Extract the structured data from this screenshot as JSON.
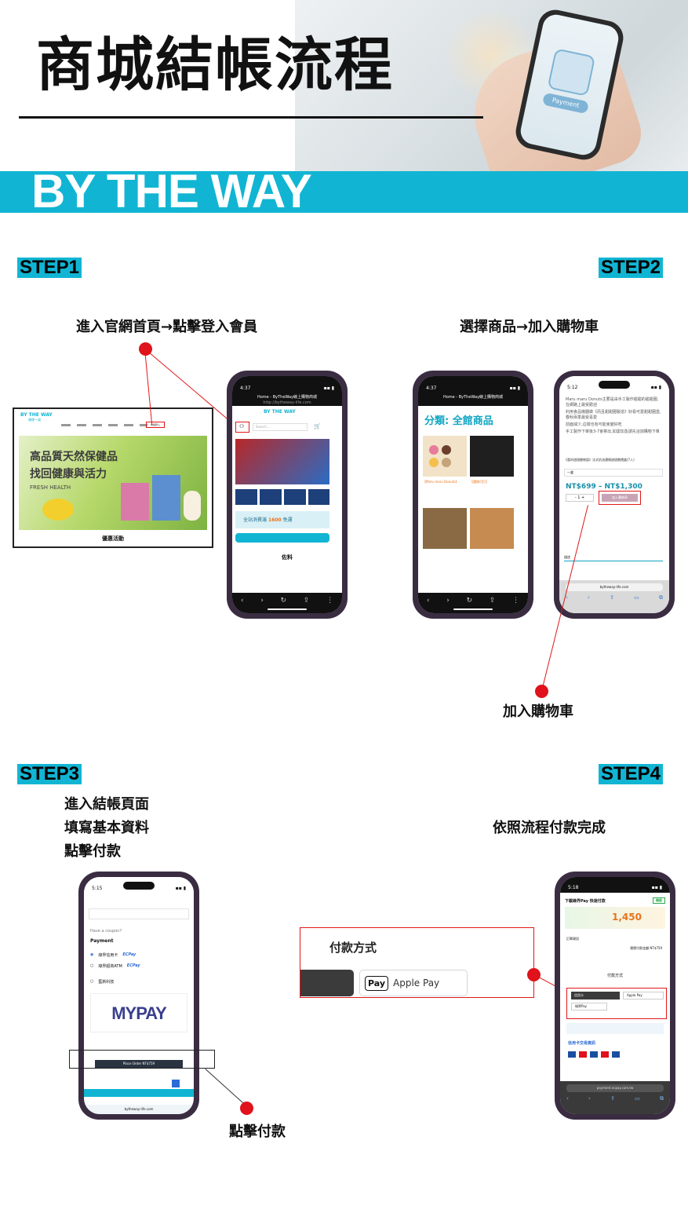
{
  "header": {
    "title": "商城結帳流程",
    "brand": "BY THE WAY",
    "hero_phone_label": "Payment"
  },
  "steps": [
    {
      "label": "STEP1",
      "caption": "進入官網首頁→點擊登入會員"
    },
    {
      "label": "STEP2",
      "caption": "選擇商品→加入購物車",
      "callout": "加入購物車"
    },
    {
      "label": "STEP3",
      "caption_lines": [
        "進入結帳頁面",
        "填寫基本資料",
        "點擊付款"
      ],
      "callout": "點擊付款"
    },
    {
      "label": "STEP4",
      "caption": "依照流程付款完成"
    }
  ],
  "desktop": {
    "logo": "BY THE WAY",
    "logo_sub": "順便一道",
    "banner_title": "高品質天然保健品",
    "banner_sub": "找回健康與活力",
    "banner_en": "FRESH HEALTH",
    "bottom_label": "優惠活動",
    "nav_highlight": "會員登入"
  },
  "phone1": {
    "time": "4:37",
    "url_title": "Home - ByTheWay線上購物商城",
    "url": "http://bytheway-life.com",
    "search_placeholder": "Search...",
    "promo_amount": "1600",
    "promo_free": "免運",
    "promo_text": "全站消費滿",
    "footer_label": "佐料"
  },
  "phone2": {
    "time": "4:37",
    "url_title": "Home - ByTheWay線上購物商城",
    "category_title": "分類: 全館商品",
    "product1": "【Maru maru Donuts】",
    "product2": "【選物可打】"
  },
  "phone3": {
    "time": "5:12",
    "bullets": [
      "Maru maru Donuts主要是由手工製作甜甜的甜甜圈,在網路上最受歡迎",
      "利用食品機器做《而且甜甜圈製造》好看可愛甜甜圈盒,春秋兩季最受喜愛",
      "前面減少,這樣也有可能會變好吃",
      "手工製作下單後3-7會寄出,如需加急請先洽詢購物下單"
    ],
    "product_name": "《喜的甜甜圈物語》法式奶油濃情甜甜圈禮盒(7入)",
    "select": "一盒",
    "price": "NT$699 – NT$1,300",
    "qty": "1",
    "add_cart": "加入購物車",
    "tab": "描述",
    "url": "bytheway-life.com"
  },
  "phone4": {
    "time": "5:15",
    "coupon": "Have a coupon?",
    "payment_label": "Payment",
    "opt1": "綠界信用卡",
    "opt2": "綠界超商ATM",
    "opt3": "藍新科技",
    "ecpay": "ECPay",
    "mypay": "MYPAY",
    "place_order": "Place Order NT$759",
    "url": "bytheway-life.com"
  },
  "payment_popup": {
    "title": "付款方式",
    "apple_pay": "Apple Pay",
    "pay_logo": "Pay"
  },
  "phone5": {
    "time": "5:18",
    "app_banner": "下載綠界Pay 快速付款",
    "open": "開啟",
    "amount": "1,450",
    "order_label": "訂單資訊",
    "total": "實際付款金額 NT$759",
    "pay_method": "付款方式",
    "credit": "信用卡",
    "apple_pay": "Apple Pay",
    "ecpay": "綠界Pay",
    "card_info": "信用卡交易資訊",
    "url": "payment.ecpay.com.tw"
  }
}
